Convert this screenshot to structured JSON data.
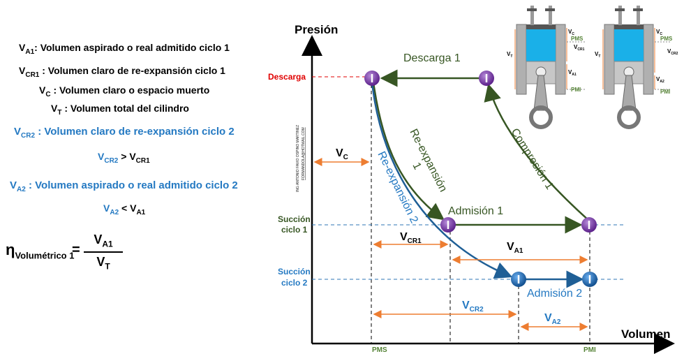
{
  "definitions": {
    "va1": {
      "main": "V",
      "sub": "A1",
      "text": ": Volumen aspirado o real admitido ciclo 1"
    },
    "vcr1": {
      "main": "V",
      "sub": "CR1",
      "text": " : Volumen claro de re-expansión ciclo 1"
    },
    "vc": {
      "main": "V",
      "sub": "C",
      "text": " : Volumen claro o espacio muerto"
    },
    "vt": {
      "main": "V",
      "sub": "T",
      "text": " : Volumen total del cilindro"
    },
    "vcr2": {
      "main": "V",
      "sub": "CR2",
      "text": " : Volumen claro de re-expansión ciclo 2"
    },
    "rel1": {
      "a": "V",
      "a_sub": "CR2",
      "op": " > ",
      "b": "V",
      "b_sub": "CR1"
    },
    "va2": {
      "main": "V",
      "sub": "A2",
      "text": " : Volumen aspirado o real admitido ciclo 2"
    },
    "rel2": {
      "a": "V",
      "a_sub": "A2",
      "op": " < ",
      "b": "V",
      "b_sub": "A1"
    }
  },
  "formula": {
    "eta": "η",
    "eta_sub": "Volumétrico 1",
    "equals": "=",
    "num": "V",
    "num_sub": "A1",
    "den": "V",
    "den_sub": "T"
  },
  "axes": {
    "y_label": "Presión",
    "x_label": "Volumen",
    "pms": "PMS",
    "pmi": "PMI"
  },
  "pressure_levels": {
    "descarga": "Descarga",
    "succion1_line1": "Succión",
    "succion1_line2": "ciclo 1",
    "succion2_line1": "Succión",
    "succion2_line2": "ciclo 2"
  },
  "processes": {
    "descarga1": "Descarga 1",
    "compresion1": "Compresión 1",
    "reexp1_line1": "Re-expansión",
    "reexp1_line2": "1",
    "reexp2": "Re-expansión 2",
    "admision1": "Admisión 1",
    "admision2": "Admisión 2"
  },
  "dimensions": {
    "vc": {
      "main": "V",
      "sub": "C"
    },
    "vcr1": {
      "main": "V",
      "sub": "CR1"
    },
    "va1": {
      "main": "V",
      "sub": "A1"
    },
    "vcr2": {
      "main": "V",
      "sub": "CR2"
    },
    "va2": {
      "main": "V",
      "sub": "A2"
    }
  },
  "cylinder_labels": {
    "left": {
      "vc": "V",
      "vc_sub": "C",
      "pms": "PMS",
      "vt": "V",
      "vt_sub": "T",
      "vcr": "V",
      "vcr_sub": "CR1",
      "va": "V",
      "va_sub": "A1",
      "pmi": "PMI"
    },
    "right": {
      "vc": "V",
      "vc_sub": "C",
      "pms": "PMS",
      "vt": "V",
      "vt_sub": "T",
      "vcr": "V",
      "vcr_sub": "CR2",
      "va": "V",
      "va_sub": "A2",
      "pmi": "PMI"
    }
  },
  "watermark": {
    "line1": "ING ANTONIO FAVIO OSPINO MARTINEZ",
    "line2": "FORMANDOLA@HOTMAIL.COM"
  },
  "colors": {
    "green": "#375623",
    "blue": "#2479c2",
    "red": "#e00000",
    "orange": "#ed7d31",
    "purple": "#7030a0",
    "cyan": "#1ab0e8"
  }
}
